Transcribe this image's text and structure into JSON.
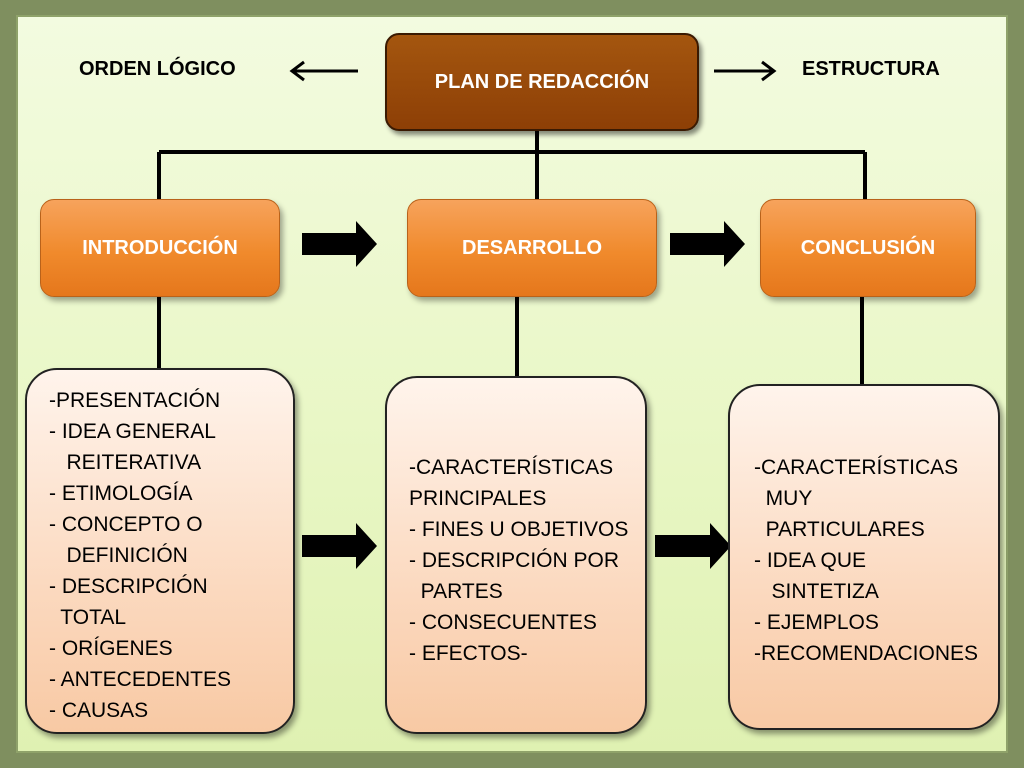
{
  "diagram": {
    "root": "PLAN DE REDACCIÓN",
    "left_label": "ORDEN LÓGICO",
    "right_label": "ESTRUCTURA",
    "sections": [
      {
        "title": "INTRODUCCIÓN",
        "items": [
          "-PRESENTACIÓN",
          "- IDEA GENERAL",
          "   REITERATIVA",
          "- ETIMOLOGÍA",
          "- CONCEPTO O",
          "   DEFINICIÓN",
          "- DESCRIPCIÓN",
          "  TOTAL",
          "- ORÍGENES",
          "- ANTECEDENTES",
          "- CAUSAS"
        ]
      },
      {
        "title": "DESARROLLO",
        "items": [
          "-CARACTERÍSTICAS",
          "PRINCIPALES",
          "- FINES U OBJETIVOS",
          "- DESCRIPCIÓN POR",
          "  PARTES",
          "- CONSECUENTES",
          "- EFECTOS-"
        ]
      },
      {
        "title": "CONCLUSIÓN",
        "items": [
          "-CARACTERÍSTICAS",
          "  MUY",
          "  PARTICULARES",
          "- IDEA QUE",
          "   SINTETIZA",
          "- EJEMPLOS",
          "-RECOMENDACIONES"
        ]
      }
    ]
  }
}
